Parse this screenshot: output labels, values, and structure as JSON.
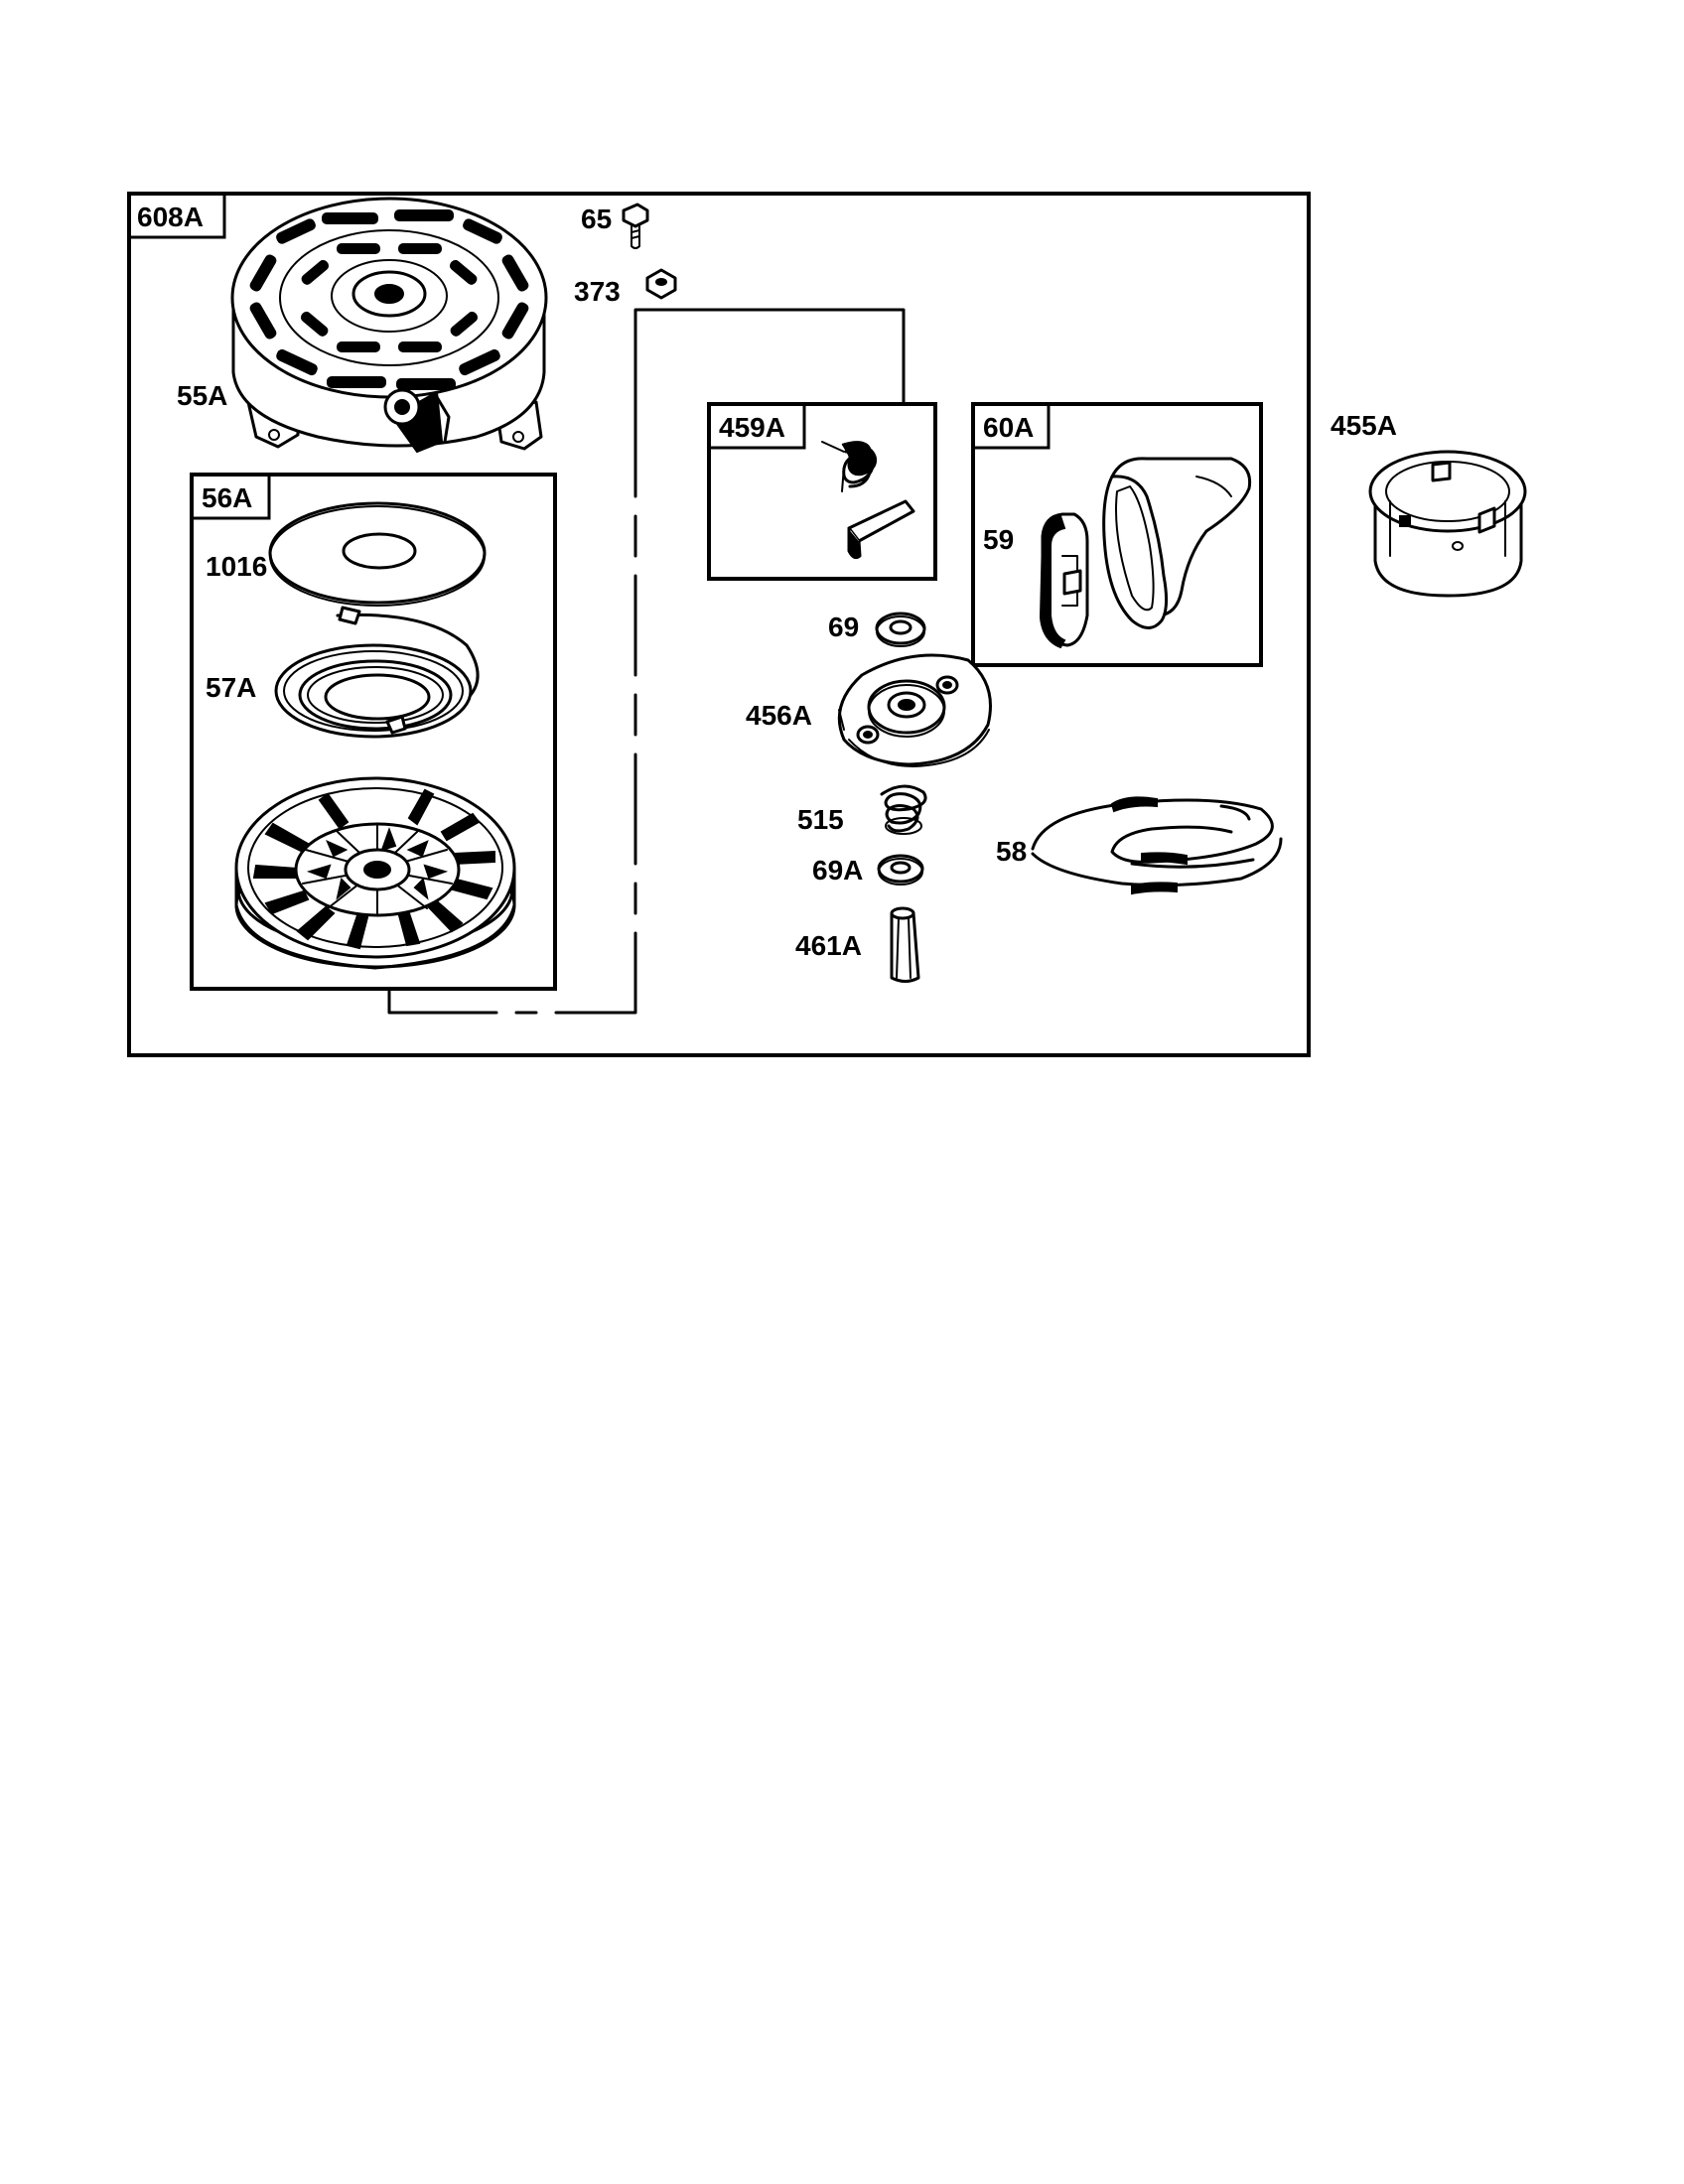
{
  "diagram": {
    "labels": {
      "p608a": "608A",
      "p65": "65",
      "p373": "373",
      "p55a": "55A",
      "p56a": "56A",
      "p1016": "1016",
      "p57a": "57A",
      "p459a": "459A",
      "p60a": "60A",
      "p59": "59",
      "p455a": "455A",
      "p69": "69",
      "p456a": "456A",
      "p515": "515",
      "p69a": "69A",
      "p461a": "461A",
      "p58": "58"
    }
  }
}
